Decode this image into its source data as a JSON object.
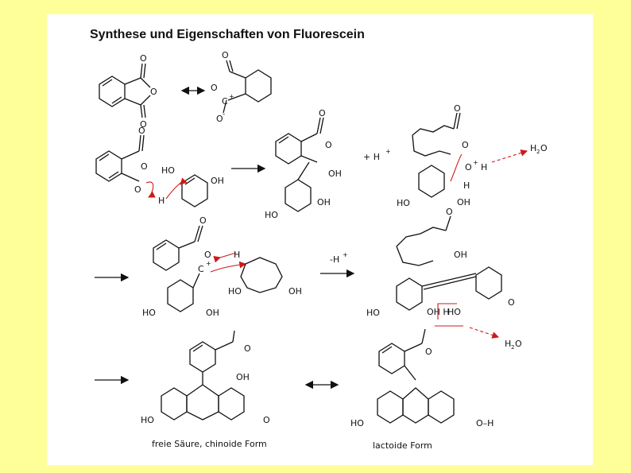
{
  "title": "Synthese und Eigenschaften von Fluorescein",
  "labels": {
    "O": "O",
    "C": "C",
    "plus": "+",
    "minus": "-",
    "H": "H",
    "OH": "OH",
    "HO": "HO",
    "H2O_H": "H",
    "H2O_2": "2",
    "H2O_O": "O",
    "hplus_reagent": "+  H",
    "minus_hplus": "-H",
    "OH_H": "OH H",
    "O_H": "O–H",
    "O_plus_H": "O",
    "acid_caption": "freie Säure, chinoide Form",
    "lactone_caption": "lactoide Form"
  },
  "colors": {
    "background": "#ffff99",
    "panel": "#ffffff",
    "arrow_red": "#d01818"
  }
}
